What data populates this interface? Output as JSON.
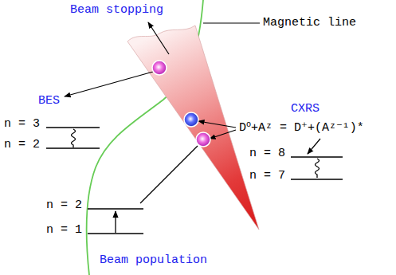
{
  "diagram": {
    "labels": [
      "Beam stopping",
      "Magnetic line",
      "BES",
      "n = 3",
      "n = 2",
      "CXRS",
      "D⁰+Aᶻ = D⁺+(Aᶻ⁻¹)*",
      "n = 8",
      "n = 7",
      "n = 2",
      "n = 1",
      "Beam population"
    ]
  }
}
